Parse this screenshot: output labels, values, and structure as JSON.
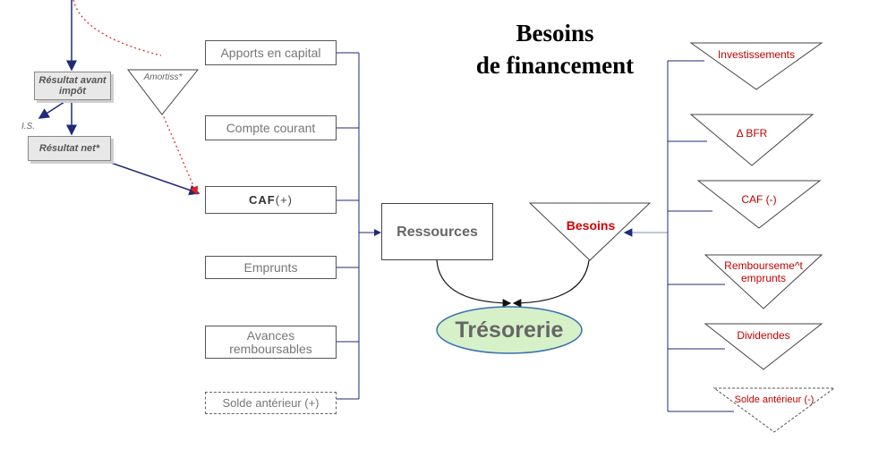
{
  "title": {
    "line1": "Besoins",
    "line2": "de financement"
  },
  "left": {
    "resultat_avant": "Résultat avant impôt",
    "is_label": "I.S.",
    "resultat_net": "Résultat net*",
    "amortiss": "Amortiss*"
  },
  "resources": {
    "apports": "Apports en capital",
    "compte_courant": "Compte courant",
    "caf_bold": "CAF",
    "caf_sign": " (+)",
    "emprunts": "Emprunts",
    "avances": "Avances remboursables",
    "solde": "Solde antérieur (+)"
  },
  "center": {
    "ressources": "Ressources",
    "besoins": "Besoins",
    "tresorerie": "Trésorerie"
  },
  "needs": {
    "investissements": "Investissements",
    "bfr": "Δ BFR",
    "caf": "CAF (-)",
    "remboursement": "Rembourseme^t emprunts",
    "dividendes": "Dividendes",
    "solde": "Solde antérieur (-)"
  },
  "colors": {
    "connector": "#1f2a7a",
    "needs_text": "#c00000",
    "dotted_arrow": "#e02020",
    "tresorerie_fill": "#d6f0c8",
    "tresorerie_stroke": "#3a6fb0"
  }
}
